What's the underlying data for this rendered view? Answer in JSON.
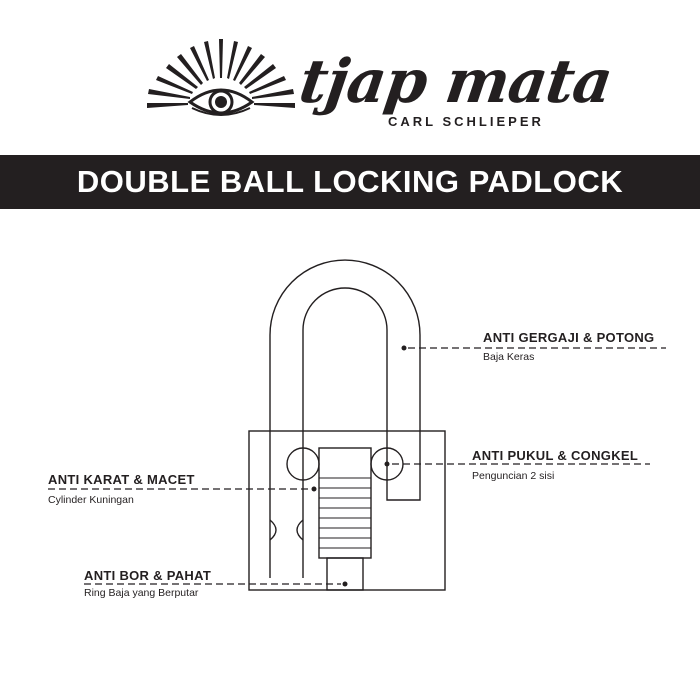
{
  "brand": {
    "name": "tjap mata",
    "subtitle": "CARL SCHLIEPER"
  },
  "banner": {
    "title": "DOUBLE BALL LOCKING PADLOCK"
  },
  "callouts": {
    "saw": {
      "title": "ANTI GERGAJI & POTONG",
      "subtitle": "Baja Keras"
    },
    "hit": {
      "title": "ANTI PUKUL & CONGKEL",
      "subtitle": "Penguncian 2 sisi"
    },
    "rust": {
      "title": "ANTI KARAT & MACET",
      "subtitle": "Cylinder Kuningan"
    },
    "drill": {
      "title": "ANTI BOR & PAHAT",
      "subtitle": "Ring Baja yang Berputar"
    }
  },
  "colors": {
    "ink": "#231f20",
    "background": "#ffffff"
  },
  "icons": {
    "logo": "eye-with-rays-icon"
  }
}
